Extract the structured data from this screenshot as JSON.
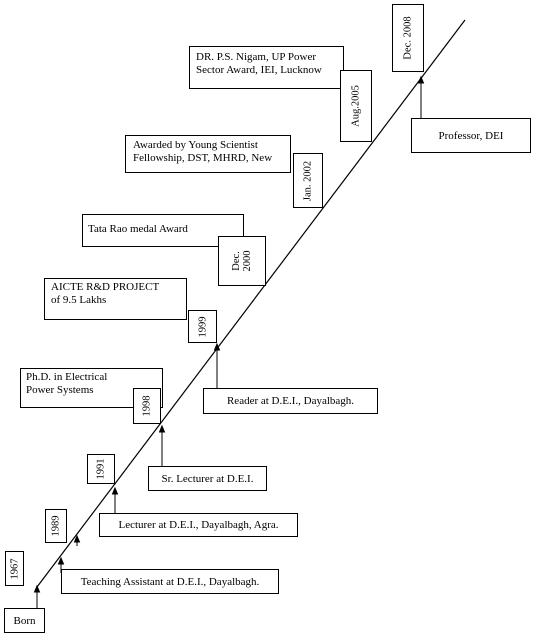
{
  "years": {
    "y1967": "1967",
    "y1989": "1989",
    "y1991": "1991",
    "y1998": "1998",
    "y1999": "1999",
    "dec2000": "Dec.\n2000",
    "jan2002": "Jan. 2002",
    "aug2005": "Aug.2005",
    "dec2008": "Dec. 2008"
  },
  "positions": {
    "born": "Born",
    "teaching_assistant": "Teaching Assistant at D.E.I., Dayalbagh.",
    "lecturer": "Lecturer at D.E.I., Dayalbagh, Agra.",
    "sr_lecturer": "Sr. Lecturer at D.E.I.",
    "reader": "Reader at D.E.I., Dayalbagh.",
    "professor": "Professor, DEI"
  },
  "achievements": {
    "phd": "Ph.D. in Electrical\nPower Systems",
    "aicte": "AICTE R&D PROJECT\nof 9.5 Lakhs",
    "tata_rao": "Tata Rao medal Award",
    "young_scientist": "Awarded by Young Scientist\nFellowship, DST, MHRD, New",
    "nigam_award": "DR. P.S. Nigam, UP Power\nSector Award, IEI, Lucknow"
  }
}
